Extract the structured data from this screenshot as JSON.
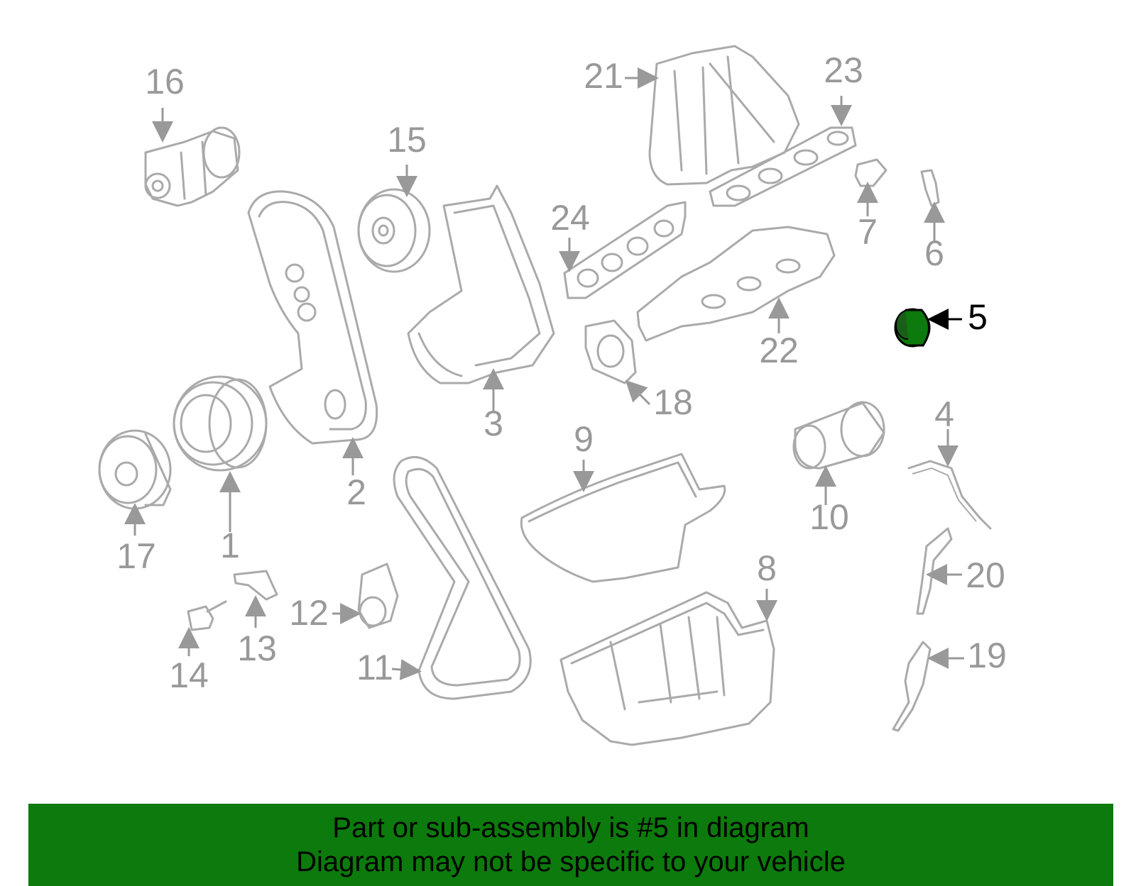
{
  "highlight": {
    "part_number": "5",
    "highlight_color": "#0c7a0c",
    "part_color": "#aaaaaa",
    "label_color": "#999999"
  },
  "callouts": [
    "1",
    "2",
    "3",
    "4",
    "5",
    "6",
    "7",
    "8",
    "9",
    "10",
    "11",
    "12",
    "13",
    "14",
    "15",
    "16",
    "17",
    "18",
    "19",
    "20",
    "21",
    "22",
    "23",
    "24"
  ],
  "banner": {
    "line1": "Part or sub-assembly is #5 in diagram",
    "line2": "Diagram may not be specific to your vehicle"
  }
}
